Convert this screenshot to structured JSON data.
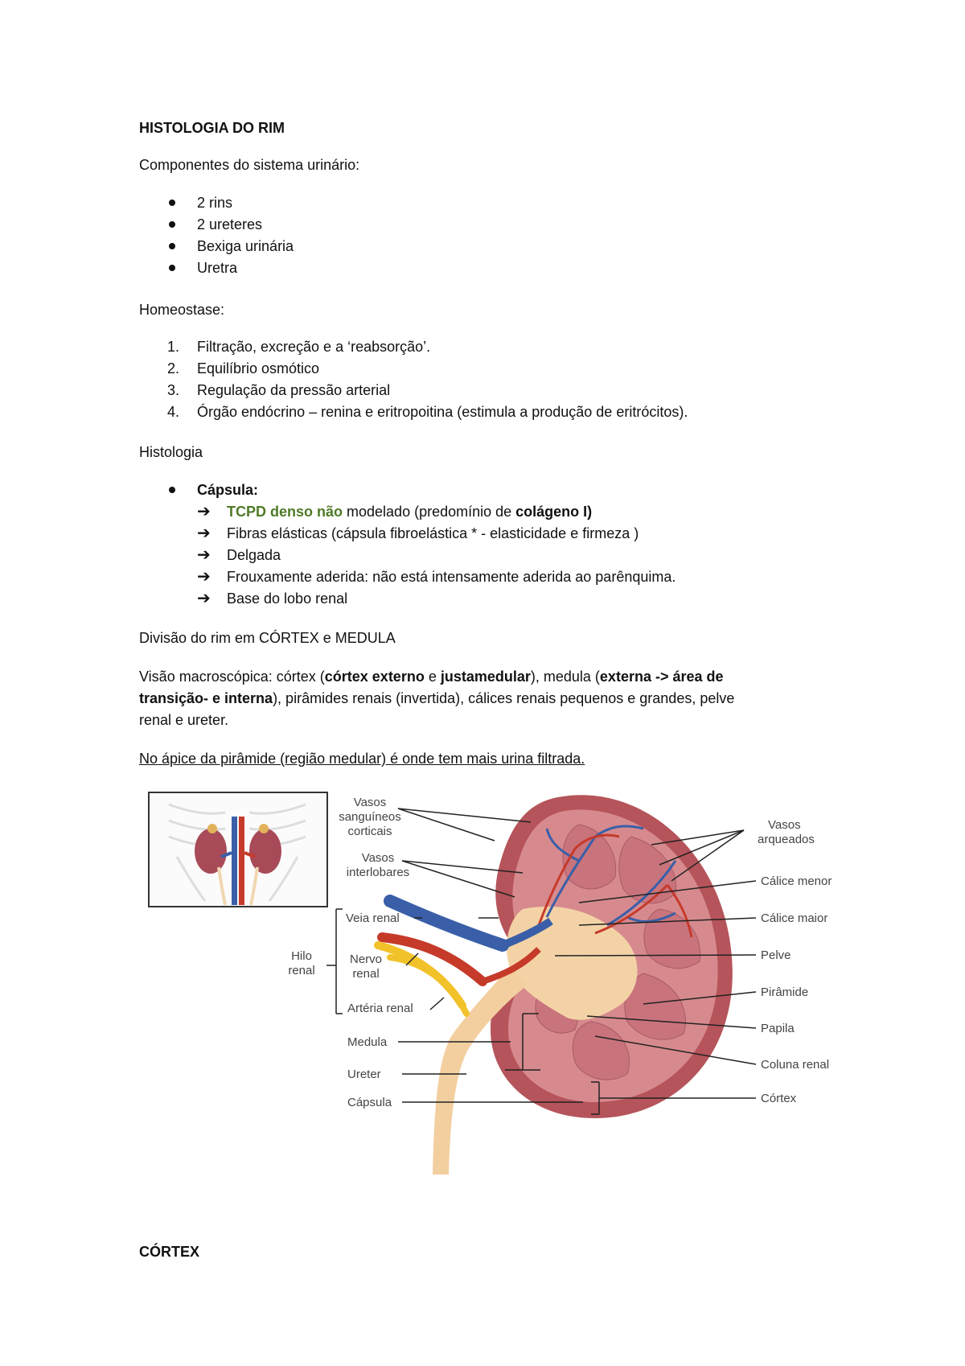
{
  "title": "HISTOLOGIA DO RIM",
  "components": {
    "heading": "Componentes do sistema urinário:",
    "items": [
      "2 rins",
      "2 ureteres",
      "Bexiga urinária",
      "Uretra"
    ]
  },
  "homeostasis": {
    "heading": "Homeostase:",
    "items": [
      {
        "num": "1.",
        "text": "Filtração, excreção e a ‘reabsorção’."
      },
      {
        "num": "2.",
        "text": "Equilíbrio osmótico"
      },
      {
        "num": "3.",
        "text": "Regulação da pressão arterial"
      },
      {
        "num": "4.",
        "text": "Órgão endócrino – renina e eritropoitina (estimula a produção de eritrócitos)."
      }
    ]
  },
  "histology": {
    "heading": "Histologia",
    "capsule_label": "Cápsula:",
    "capsule_items": {
      "i1_green": "TCPD denso não",
      "i1_rest_a": " modelado (predomínio de ",
      "i1_bold": "colágeno I)",
      "i2": "Fibras elásticas (cápsula fibroelástica * - elasticidade e firmeza )",
      "i3": "Delgada",
      "i4": "Frouxamente aderida: não está intensamente aderida ao parênquima.",
      "i5": "Base do lobo renal"
    }
  },
  "division": "Divisão do rim em CÓRTEX e MEDULA",
  "macro": {
    "l1_a": "Visão macroscópica: córtex (",
    "l1_b": "córtex externo",
    "l1_c": " e ",
    "l1_d": "justamedular",
    "l1_e": "), medula (",
    "l1_f": "externa -> área de",
    "l2_a": "transição- e interna",
    "l2_b": "), pirâmides renais (invertida), cálices renais pequenos e grandes, pelve",
    "l3": "renal e ureter."
  },
  "apex_note": "No ápice da pirâmide (região medular) é onde tem mais urina filtrada.",
  "figure_labels": {
    "vasos_sanguineos": [
      "Vasos",
      "sanguíneos",
      "corticais"
    ],
    "vasos_interlobares": [
      "Vasos",
      "interlobares"
    ],
    "veia_renal": "Veia renal",
    "hilo_renal": [
      "Hilo",
      "renal"
    ],
    "nervo_renal": [
      "Nervo",
      "renal"
    ],
    "arteria_renal": "Artéria renal",
    "medula": "Medula",
    "ureter": "Ureter",
    "capsula": "Cápsula",
    "vasos_arqueados": [
      "Vasos",
      "arqueados"
    ],
    "calice_menor": "Cálice menor",
    "calice_maior": "Cálice maior",
    "pelve": "Pelve",
    "piramide": "Pirâmide",
    "papila": "Papila",
    "coluna_renal": "Coluna renal",
    "cortex": "Córtex"
  },
  "cortex_heading": "CÓRTEX",
  "colors": {
    "tcpd_green": "#4f7a28",
    "kidney_red": "#b5545a",
    "vein_blue": "#3a5fa8",
    "artery_red": "#c63a2a",
    "nerve_yellow": "#f2c22a",
    "ureter_tan": "#f3cfa0"
  }
}
